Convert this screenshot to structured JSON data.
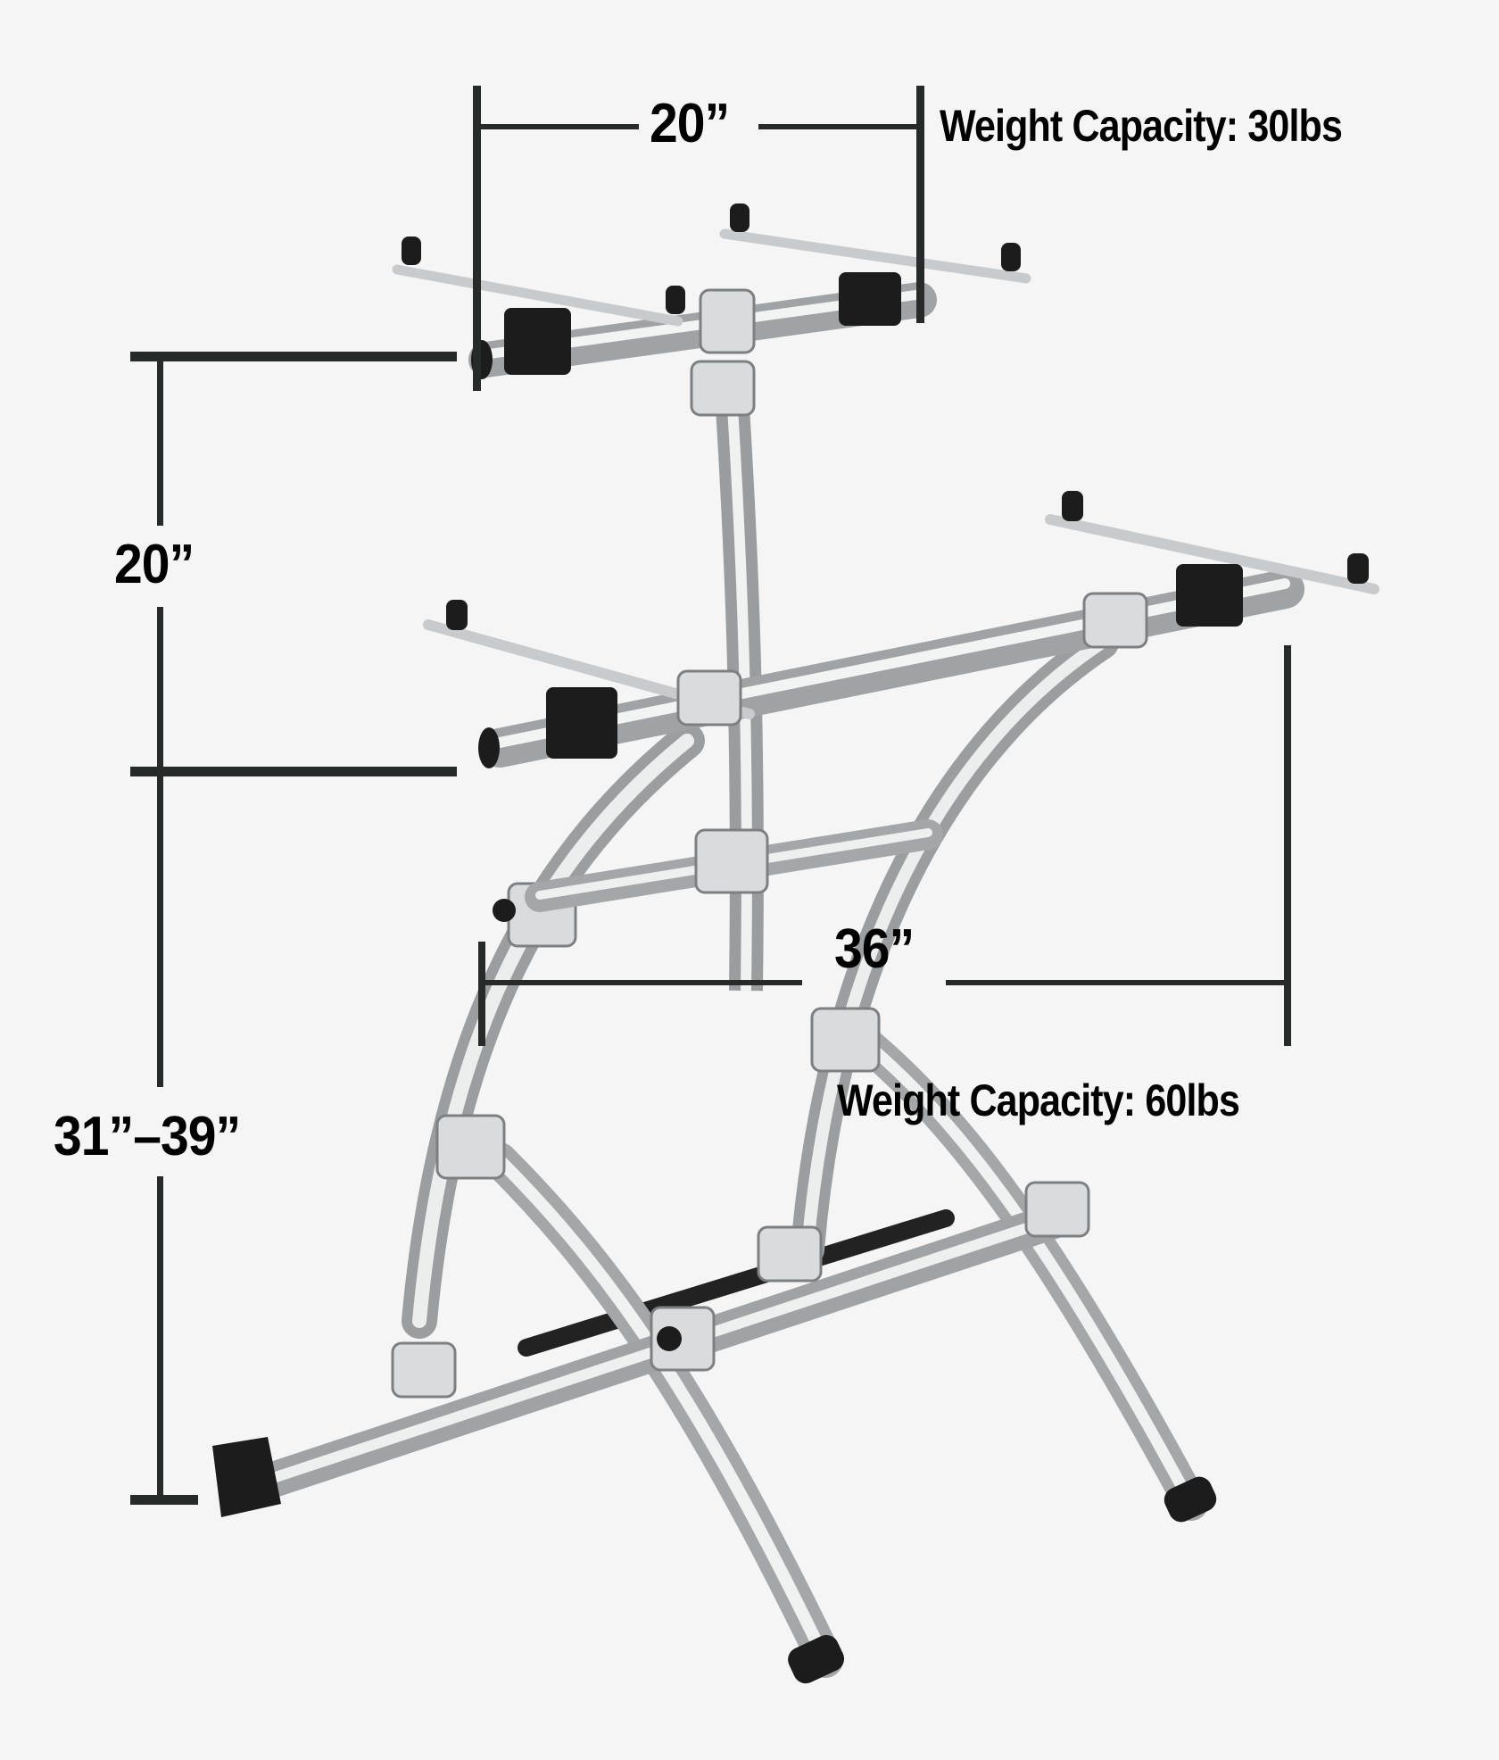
{
  "diagram": {
    "subject": "Double-tier keyboard stand",
    "colors": {
      "background": "#f5f5f5",
      "dimension_lines": "#262b2a",
      "text": "#000000",
      "chrome": "#c9ccce",
      "rubber": "#1c1c1c"
    },
    "top_tier": {
      "width_label": "20”",
      "capacity_label": "Weight Capacity: 30lbs"
    },
    "tier_gap": {
      "height_label": "20”"
    },
    "lower_tier": {
      "width_label": "36”",
      "capacity_label": "Weight Capacity: 60lbs"
    },
    "floor_to_lower_tier": {
      "height_label": "31”–39”"
    }
  }
}
